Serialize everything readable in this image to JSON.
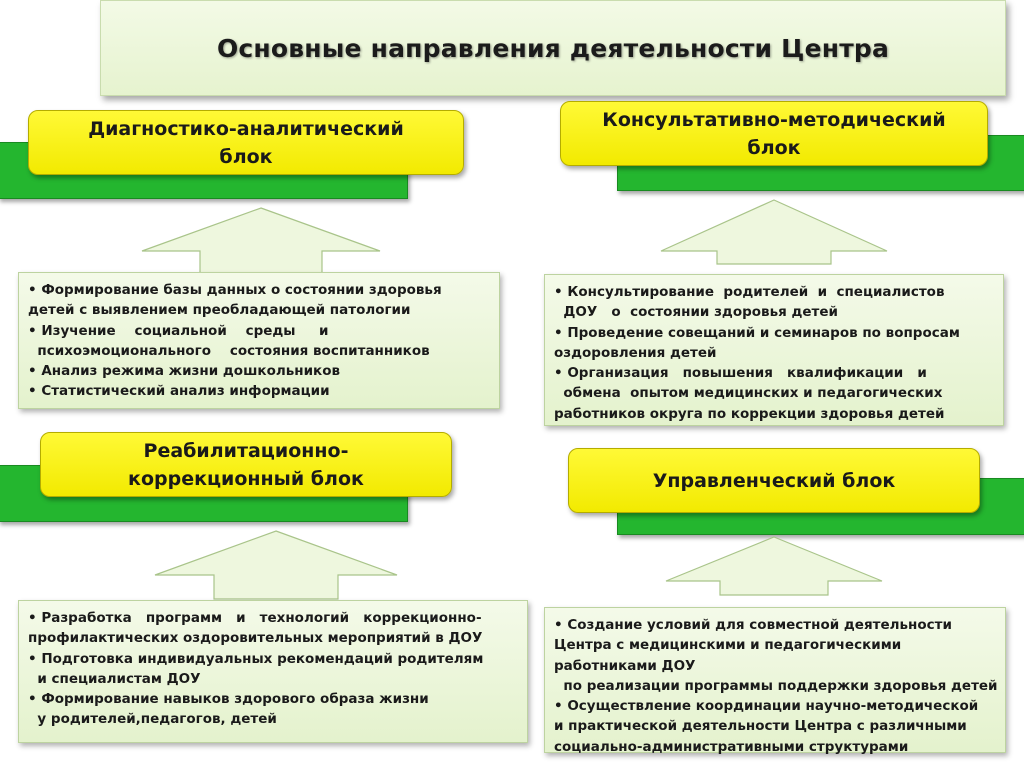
{
  "title": "Основные направления деятельности Центра",
  "blocks": {
    "diagnostic": {
      "heading": [
        "Диагностико-аналитический",
        "блок"
      ],
      "items": [
        "• Формирование базы данных о состоянии здоровья",
        "детей с выявлением преобладающей патологии",
        "• Изучение    социальной    среды     и",
        "  психоэмоционального    состояния воспитанников",
        "• Анализ режима жизни дошкольников",
        "• Статистический анализ информации"
      ]
    },
    "consultative": {
      "heading": [
        "Консультативно-методический",
        "блок"
      ],
      "items": [
        "• Консультирование  родителей  и  специалистов",
        "  ДОУ   о  состоянии здоровья детей",
        "• Проведение совещаний и семинаров по вопросам",
        "оздоровления детей",
        "• Организация   повышения   квалификации   и",
        "  обмена  опытом медицинских и педагогических",
        "работников округа по коррекции здоровья детей"
      ]
    },
    "rehabilitation": {
      "heading": [
        "Реабилитационно-",
        "коррекционный блок"
      ],
      "items": [
        "• Разработка   программ   и   технологий   коррекционно-",
        "профилактических оздоровительных мероприятий в ДОУ",
        "• Подготовка индивидуальных рекомендаций родителям",
        "  и специалистам ДОУ",
        "• Формирование навыков здорового образа жизни",
        "  у родителей,педагогов, детей"
      ]
    },
    "management": {
      "heading": [
        "Управленческий блок"
      ],
      "items": [
        "• Создание условий для совместной деятельности",
        "Центра с медицинскими и педагогическими",
        "работниками ДОУ",
        "  по реализации программы поддержки здоровья детей",
        "• Осуществление координации научно-методической",
        "и практической деятельности Центра с различными",
        "социально-административными структурами"
      ]
    }
  },
  "colors": {
    "heading_fill": "#f7ef10",
    "bar_fill": "#24b62f",
    "panel_fill": "#eaf5d8",
    "arrow_fill": "#eef7de"
  }
}
